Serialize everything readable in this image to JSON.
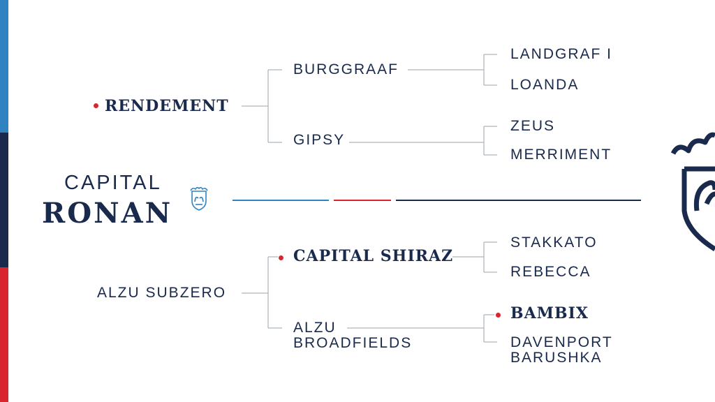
{
  "colors": {
    "blue": "#2f83c1",
    "navy": "#1a2a4c",
    "red": "#d8262f",
    "line": "#9aa3ad"
  },
  "horse": {
    "name_line1": "CAPITAL",
    "name_line2": "RONAN"
  },
  "icons": {
    "small_crest": "crest-icon",
    "large_crest": "crest-watermark-icon"
  },
  "pedigree": {
    "sire": {
      "name": "RENDEMENT",
      "highlighted": true,
      "sire": {
        "name": "BURGGRAAF",
        "sire": {
          "name": "LANDGRAF I"
        },
        "dam": {
          "name": "LOANDA"
        }
      },
      "dam": {
        "name": "GIPSY",
        "sire": {
          "name": "ZEUS"
        },
        "dam": {
          "name": "MERRIMENT"
        }
      }
    },
    "dam": {
      "name": "ALZU SUBZERO",
      "sire": {
        "name": "CAPITAL SHIRAZ",
        "highlighted": true,
        "sire": {
          "name": "STAKKATO"
        },
        "dam": {
          "name": "REBECCA"
        }
      },
      "dam": {
        "name": "ALZU BROADFIELDS",
        "sire": {
          "name": "BAMBIX",
          "highlighted": true
        },
        "dam": {
          "name": "DAVENPORT BARUSHKA"
        }
      }
    }
  }
}
